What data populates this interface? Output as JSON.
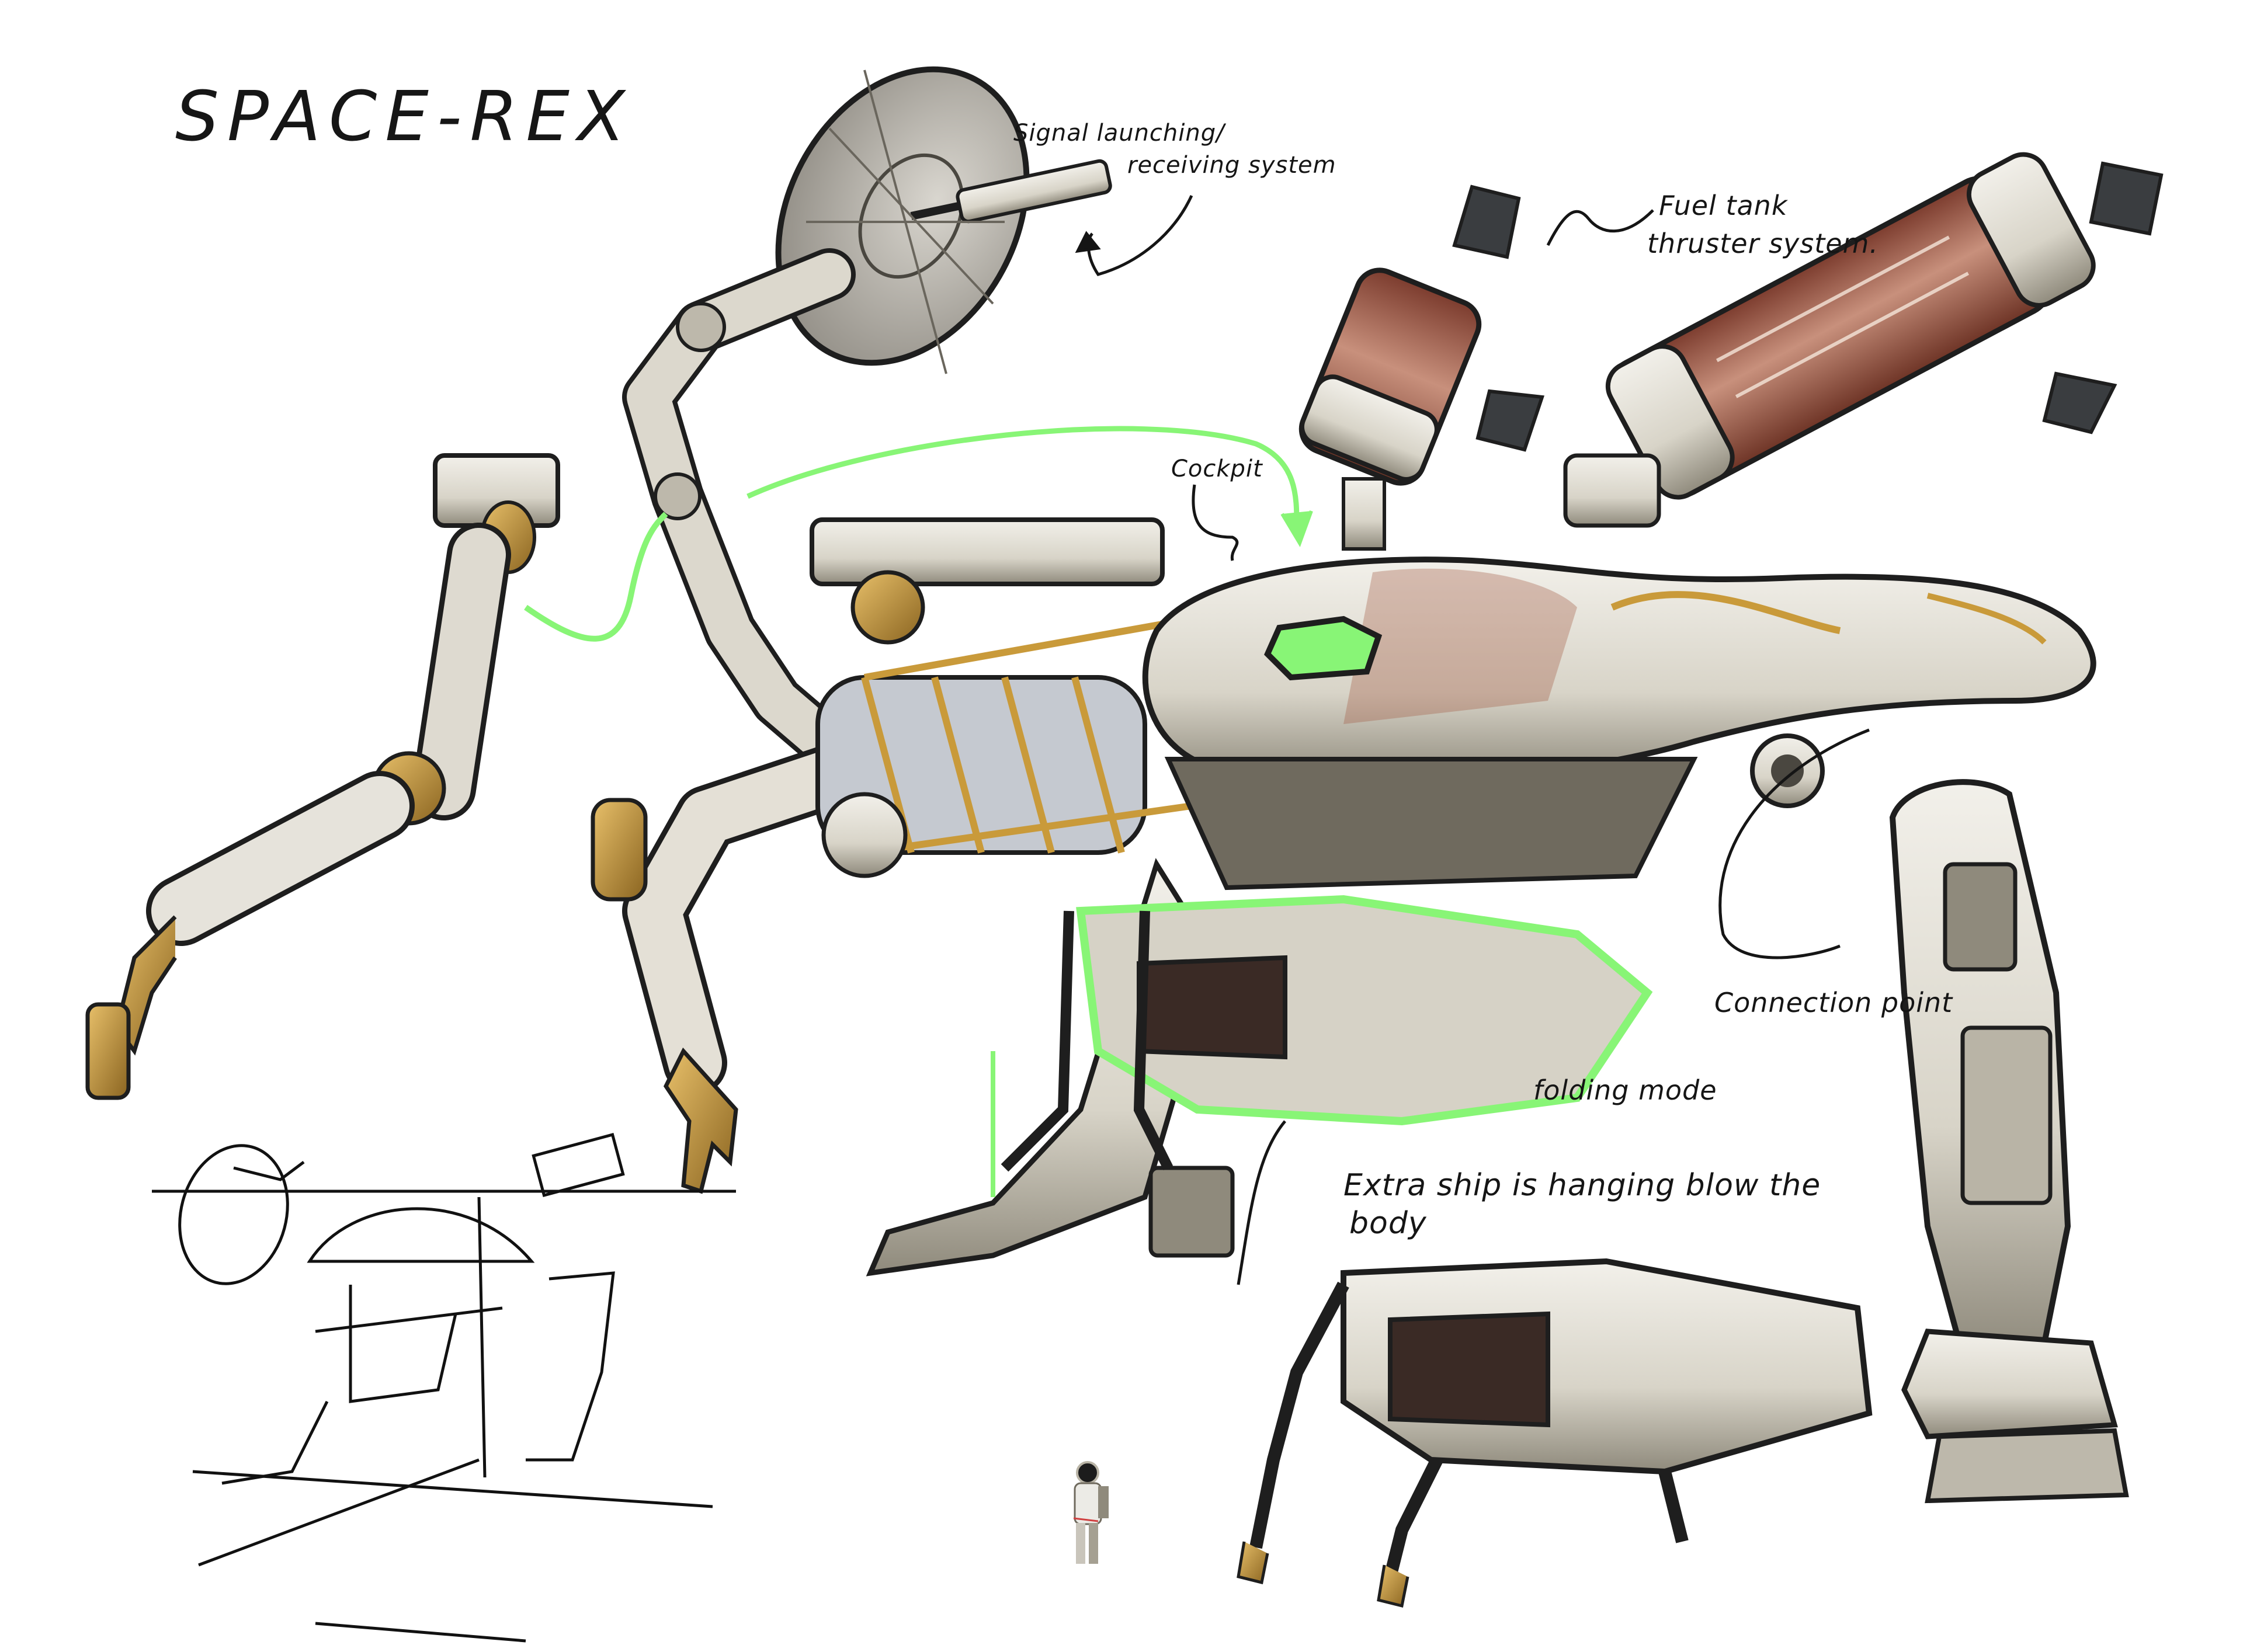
{
  "sheet": {
    "title": "SPACE-REX",
    "background": "#ffffff"
  },
  "annotations": {
    "signal_line1": "Signal launching/",
    "signal_line2": "receiving system",
    "fuel_line1": "Fuel tank",
    "fuel_line2": "thruster system.",
    "cockpit": "Cockpit",
    "connection": "Connection point",
    "folding": "folding mode",
    "extraship_line1": "Extra ship is hanging blow the",
    "extraship_line2": "body"
  },
  "components": [
    {
      "id": "satellite-dish",
      "label": "Signal launching/receiving system"
    },
    {
      "id": "fuel-tank-left",
      "label": "Fuel tank thruster system"
    },
    {
      "id": "fuel-tank-right",
      "label": "Fuel tank thruster system"
    },
    {
      "id": "cockpit",
      "label": "Cockpit"
    },
    {
      "id": "robotic-arm-left",
      "label": "Detached robotic arm"
    },
    {
      "id": "robotic-arm-front",
      "label": "Front robotic arm with gripper"
    },
    {
      "id": "extra-ship",
      "label": "Extra ship (folding mode)"
    },
    {
      "id": "leg-detail",
      "label": "Leg / connection point"
    },
    {
      "id": "astronaut",
      "label": "Astronaut scale reference"
    },
    {
      "id": "thumbnail-sketch",
      "label": "Rough thumbnail sketch"
    }
  ],
  "colors": {
    "metal_light": "#e4e1d8",
    "metal_mid": "#b9b4a6",
    "metal_dark": "#6f6a5e",
    "brass": "#c99a3a",
    "brass_dark": "#8a6420",
    "rust_tank": "#9a5a4c",
    "rust_tank_dark": "#6e3426",
    "highlight_green": "#88f576",
    "outline": "#1e1e1e",
    "nozzle": "#3a3d40"
  }
}
